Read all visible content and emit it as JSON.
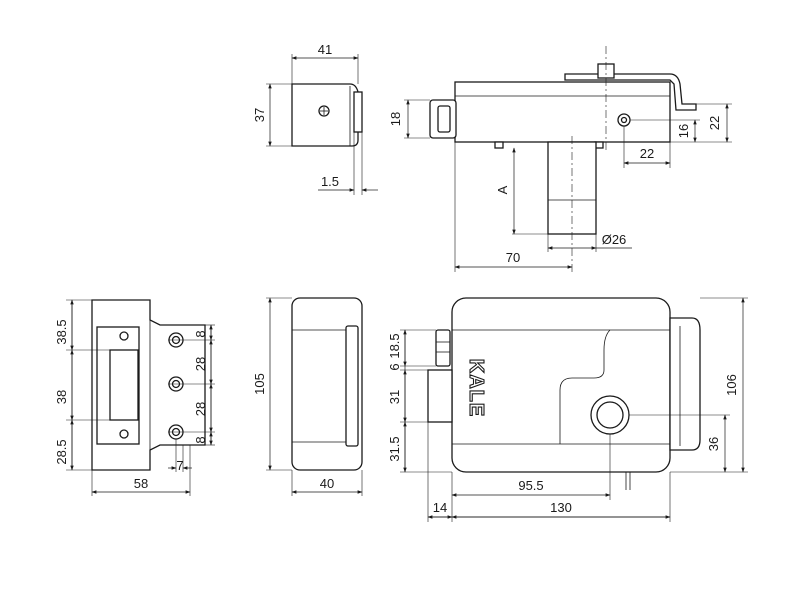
{
  "brand": "KALE",
  "top_side_view": {
    "width": "41",
    "height": "37",
    "plate_thickness": "1.5"
  },
  "top_main_view": {
    "height_left": "18",
    "bolt_offset": "16",
    "height_right": "22",
    "hole_offset": "22",
    "depth_label": "A",
    "bolt_diameter": "Ø26",
    "backset": "70"
  },
  "strike_plate_view": {
    "top_offset": "38.5",
    "middle": "38",
    "bottom_offset": "28.5",
    "hole_top": "8",
    "hole_spacing_1": "28",
    "hole_spacing_2": "28",
    "hole_bottom": "8",
    "edge": "7",
    "width": "58"
  },
  "side_view": {
    "height": "105",
    "width": "40"
  },
  "front_view": {
    "dim_6": "6",
    "dim_18_5": "18.5",
    "dim_31": "31",
    "dim_31_5": "31.5",
    "height": "106",
    "cylinder_height": "36",
    "cylinder_backset": "95.5",
    "edge_14": "14",
    "width": "130"
  }
}
